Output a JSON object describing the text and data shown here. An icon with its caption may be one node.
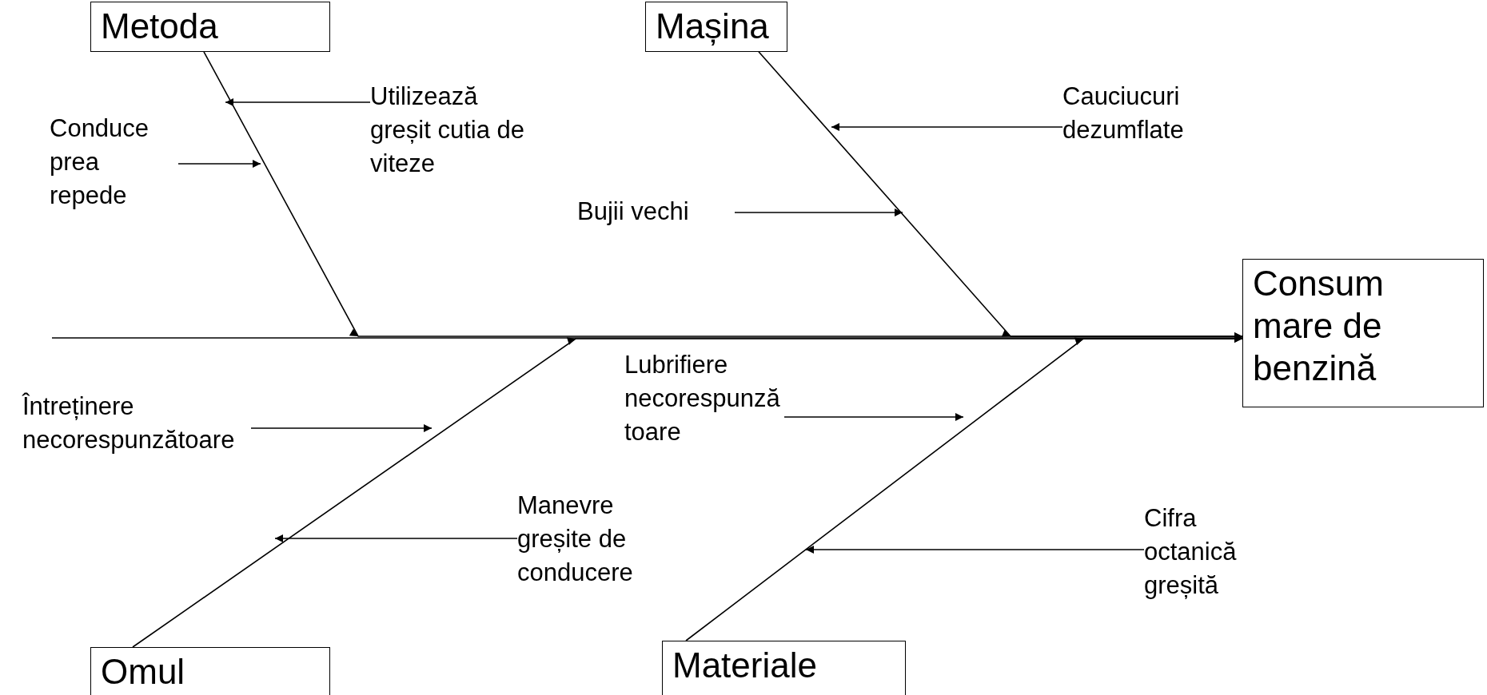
{
  "diagram": {
    "nodes": [
      {
        "text": [
          "Metoda"
        ]
      },
      {
        "text": [
          "Mașina"
        ]
      },
      {
        "text": [
          "Utilizează greșit cutia de viteze"
        ]
      },
      {
        "text": [
          "Cauciucuri dezumflate"
        ]
      },
      {
        "text": [
          "Conduce prea repede"
        ]
      },
      {
        "text": [
          "Bujii vechi"
        ]
      },
      {
        "text": [
          "Consum mare de benzină"
        ]
      },
      {
        "text": [
          "Lubrifiere necorespunzătoare"
        ]
      },
      {
        "text": [
          "Întreținere necorespunzătoare"
        ]
      },
      {
        "text": [
          "Manevre greșite de conducere"
        ]
      },
      {
        "text": [
          "Cifra octanică greșită"
        ]
      },
      {
        "text": [
          "Omul"
        ]
      },
      {
        "text": [
          "Materiale"
        ]
      }
    ],
    "edges": [
      {
        "from": null,
        "to": 6,
        "arrow": "to"
      },
      {
        "from": 0,
        "to": 6,
        "arrow": "to"
      },
      {
        "from": 1,
        "to": 6,
        "arrow": "to"
      },
      {
        "from": 11,
        "to": 6,
        "arrow": "to"
      },
      {
        "from": 12,
        "to": 6,
        "arrow": "to"
      },
      {
        "from": 2,
        "to": null,
        "arrow": "to"
      },
      {
        "from": 4,
        "to": null,
        "arrow": "to"
      },
      {
        "from": 3,
        "to": null,
        "arrow": "to"
      },
      {
        "from": 5,
        "to": null,
        "arrow": "to"
      },
      {
        "from": 7,
        "to": null,
        "arrow": "to"
      },
      {
        "from": 8,
        "to": null,
        "arrow": "to"
      },
      {
        "from": 9,
        "to": null,
        "arrow": "to"
      },
      {
        "from": 10,
        "to": null,
        "arrow": "to"
      }
    ]
  }
}
